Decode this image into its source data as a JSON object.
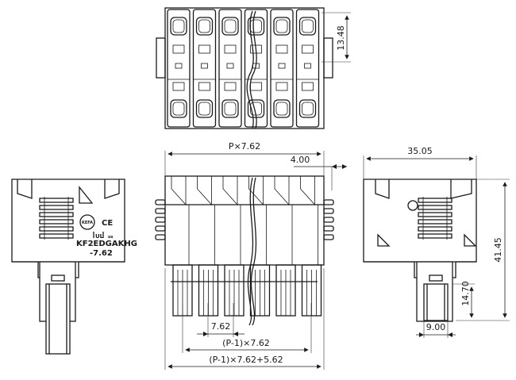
{
  "dimensions": {
    "height_top": "13.48",
    "pitch_total": "P×7.62",
    "offset": "4.00",
    "depth": "35.05",
    "total_height": "41.45",
    "pin_height": "14.70",
    "pin_width": "9.00",
    "pitch": "7.62",
    "span_pitch": "(P-1)×7.62",
    "span_total": "(P-1)×7.62+5.62"
  },
  "side_view_marking": {
    "line1": "KF2EDGAKHG",
    "line2": "-7.62",
    "logo": "KEFA",
    "ce": "CE",
    "ul": "UL",
    "us": "us"
  }
}
